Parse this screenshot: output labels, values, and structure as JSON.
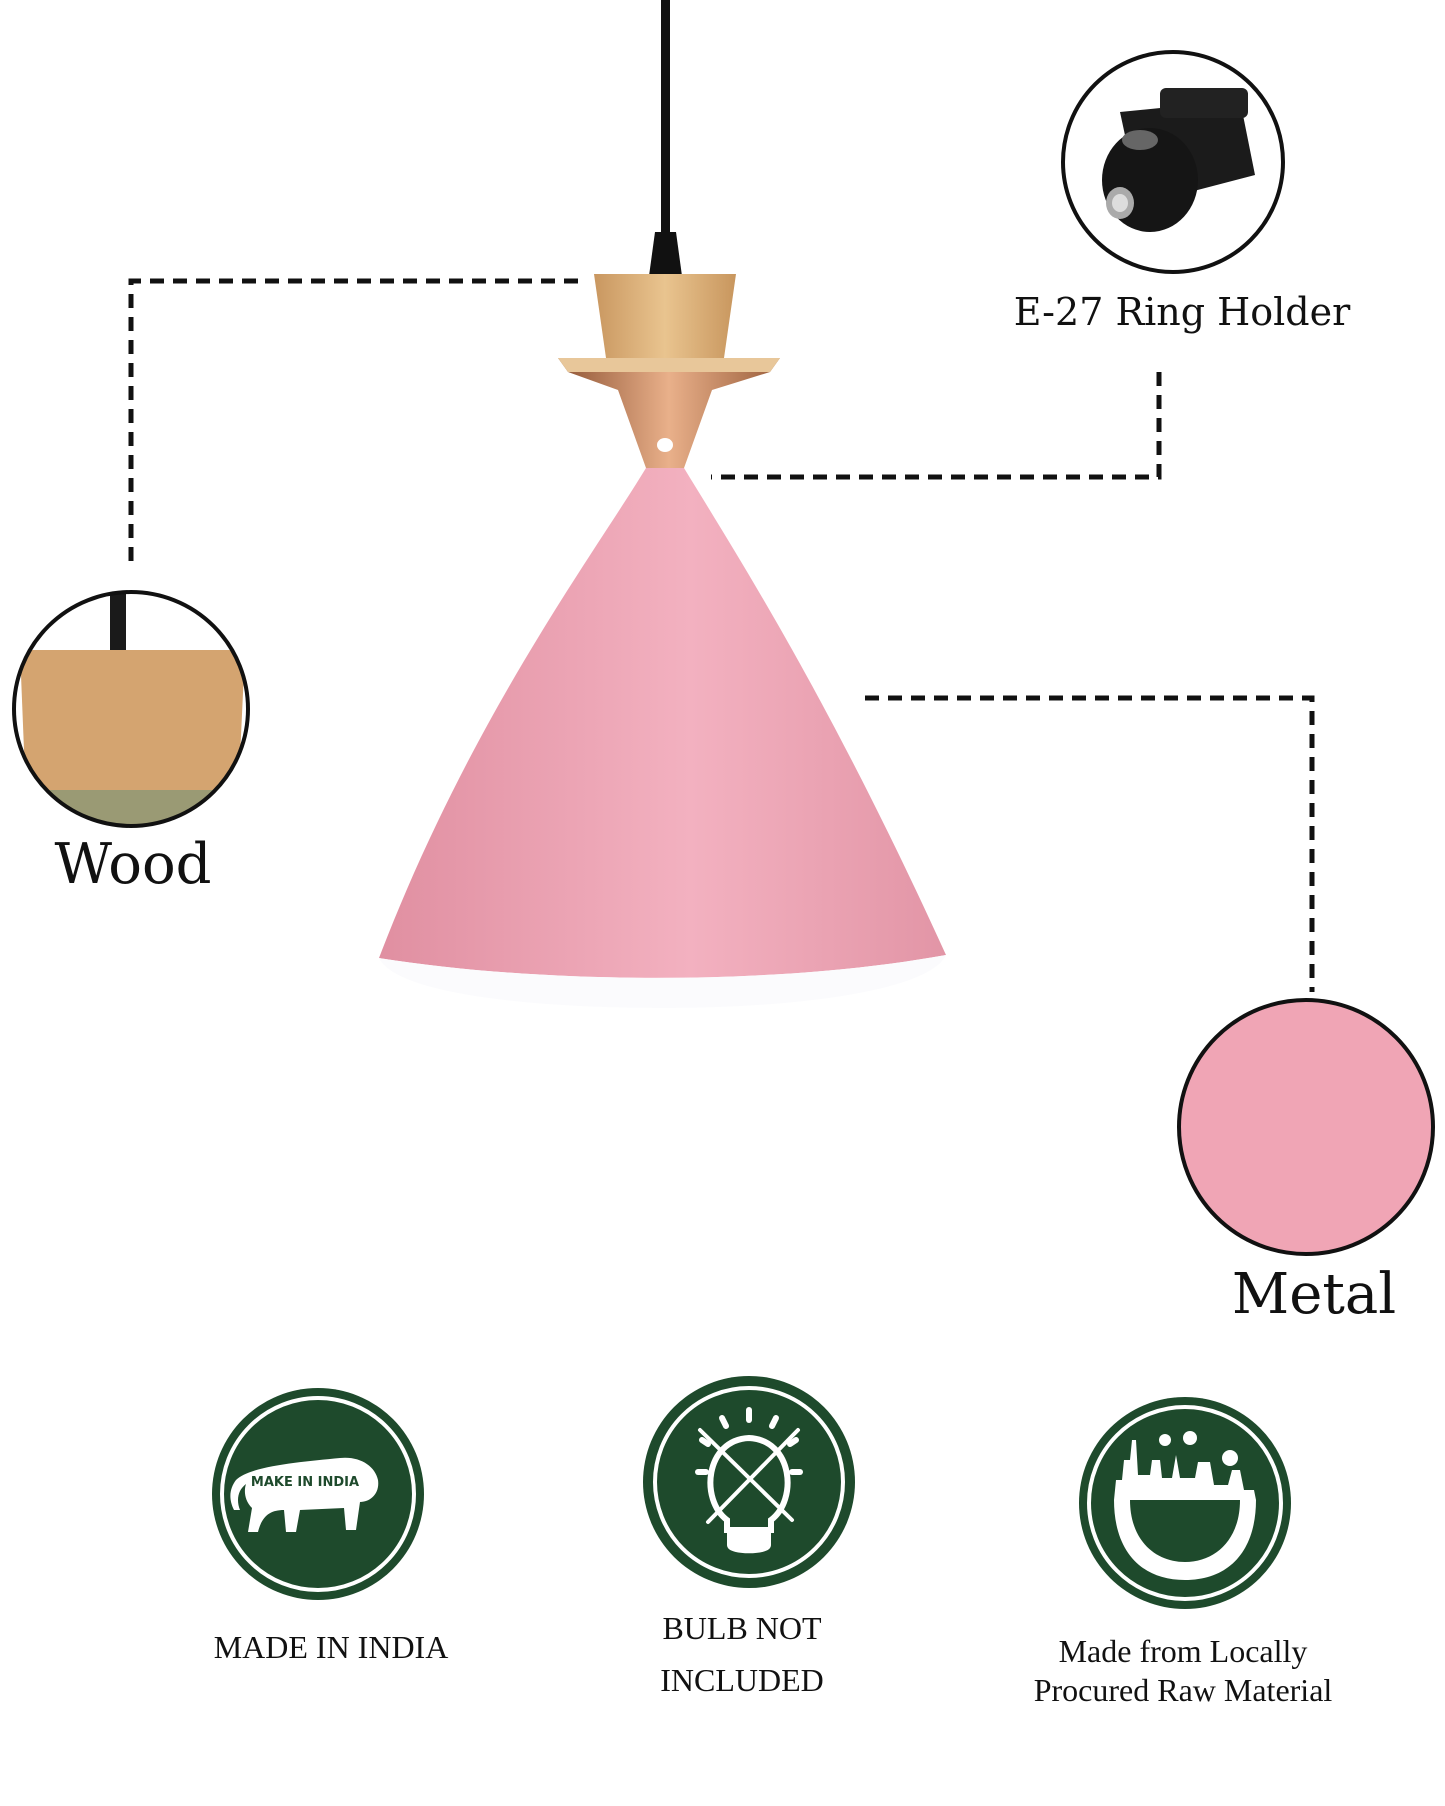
{
  "callouts": {
    "wood": {
      "label": "Wood"
    },
    "holder": {
      "label": "E-27 Ring Holder"
    },
    "metal": {
      "label": "Metal"
    }
  },
  "badges": [
    {
      "icon": "make-in-india-lion-icon",
      "label_lines": [
        "MADE IN INDIA"
      ],
      "logo_text": "MAKE IN INDIA"
    },
    {
      "icon": "bulb-crossed-icon",
      "label_lines": [
        "BULB NOT",
        "INCLUDED"
      ]
    },
    {
      "icon": "city-skyline-icon",
      "label_lines": [
        "Made from Locally",
        "Procured Raw Material"
      ]
    }
  ],
  "colors": {
    "badge_green": "#1e4a2c",
    "shade_pink": "#eea3b3",
    "wood": "#d9b07a",
    "copper": "#c98a5c"
  }
}
